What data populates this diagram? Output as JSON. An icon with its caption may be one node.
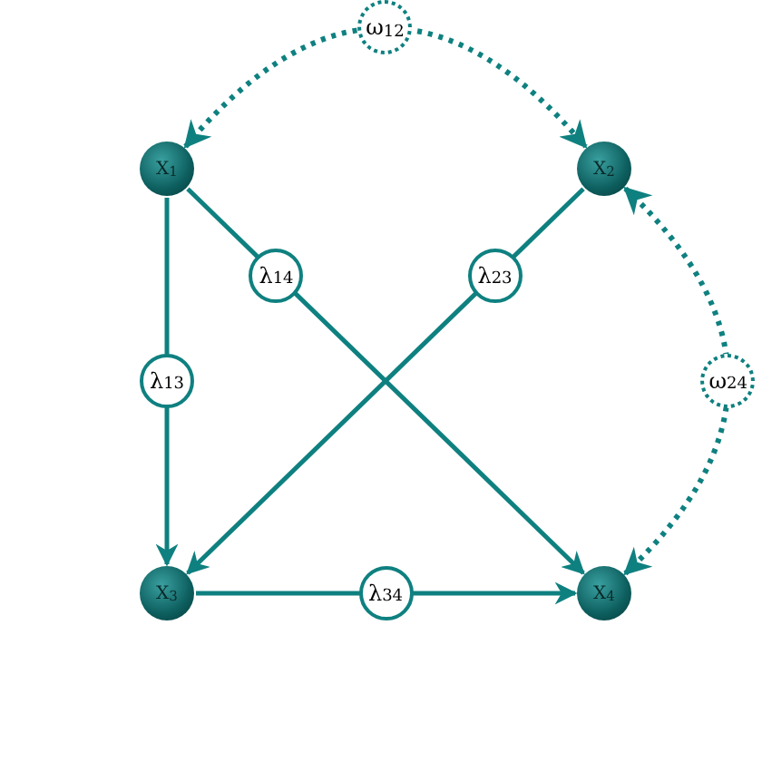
{
  "diagram": {
    "nodes": [
      {
        "text": [
          "X$_{1}$"
        ]
      },
      {
        "text": [
          "X$_{2}$"
        ]
      },
      {
        "text": [
          "X$_{3}$"
        ]
      },
      {
        "text": [
          "X$_{4}$"
        ]
      }
    ],
    "edges": [
      {
        "from": 0,
        "to": 2,
        "arrow": "to",
        "label": "λ$_{13}$"
      },
      {
        "from": 0,
        "to": 3,
        "arrow": "to",
        "label": "λ$_{14}$"
      },
      {
        "from": 1,
        "to": 2,
        "arrow": "to",
        "label": "λ$_{23}$"
      },
      {
        "from": 2,
        "to": 3,
        "arrow": "to",
        "label": "λ$_{34}$"
      },
      {
        "from": 0,
        "to": 1,
        "arrow": "both",
        "label": "ω$_{12}$",
        "style": "dashed"
      },
      {
        "from": 1,
        "to": 3,
        "arrow": "both",
        "label": "ω$_{24}$",
        "style": "dashed"
      }
    ]
  }
}
